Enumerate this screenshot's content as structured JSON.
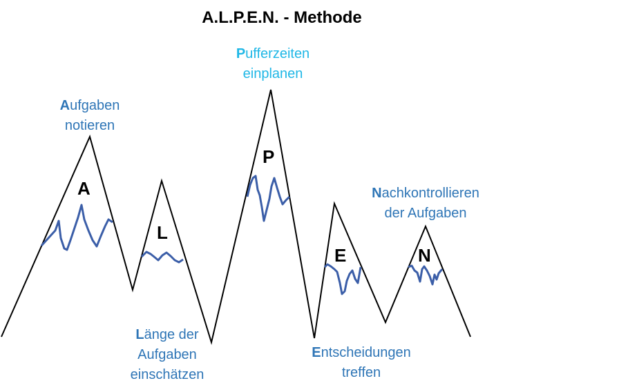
{
  "title": "A.L.P.E.N. - Methode",
  "steps": [
    {
      "letter": "A",
      "first": "A",
      "line1_rest": "ufgaben",
      "line2": "notieren",
      "line3": ""
    },
    {
      "letter": "L",
      "first": "L",
      "line1_rest": "änge der",
      "line2": "Aufgaben",
      "line3": "einschätzen"
    },
    {
      "letter": "P",
      "first": "P",
      "line1_rest": "ufferzeiten",
      "line2": "einplanen",
      "line3": ""
    },
    {
      "letter": "E",
      "first": "E",
      "line1_rest": "ntscheidungen",
      "line2": "treffen",
      "line3": ""
    },
    {
      "letter": "N",
      "first": "N",
      "line1_rest": "achkontrollieren",
      "line2": "der Aufgaben",
      "line3": ""
    }
  ],
  "colors": {
    "label_blue": "#2e75b6",
    "label_cyan": "#1fb7e6",
    "snow_line": "#3b5ea8",
    "mountain_line": "#000000"
  }
}
